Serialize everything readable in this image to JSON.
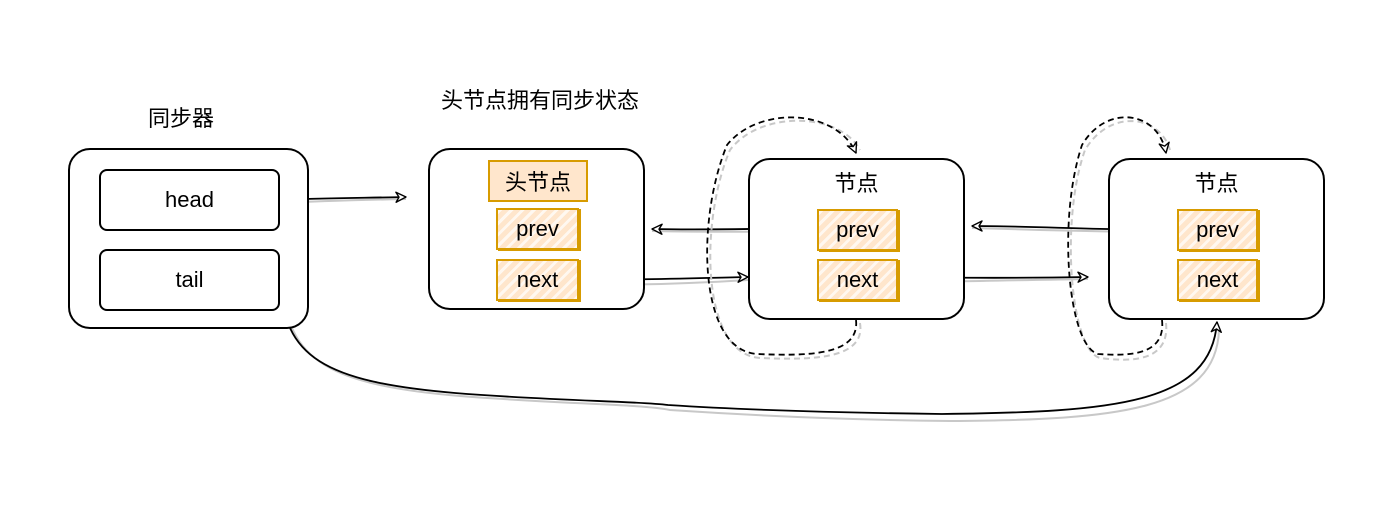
{
  "labels": {
    "synchronizer": "同步器",
    "head_state": "头节点拥有同步状态"
  },
  "synchronizer": {
    "head_field": "head",
    "tail_field": "tail"
  },
  "head_node": {
    "title": "头节点",
    "prev": "prev",
    "next": "next"
  },
  "node_1": {
    "title": "节点",
    "prev": "prev",
    "next": "next"
  },
  "node_2": {
    "title": "节点",
    "prev": "prev",
    "next": "next"
  },
  "colors": {
    "field_fill": "#ffe6cc",
    "field_stroke": "#d79b00",
    "line": "#000000",
    "shadow": "#c8c8c8"
  }
}
